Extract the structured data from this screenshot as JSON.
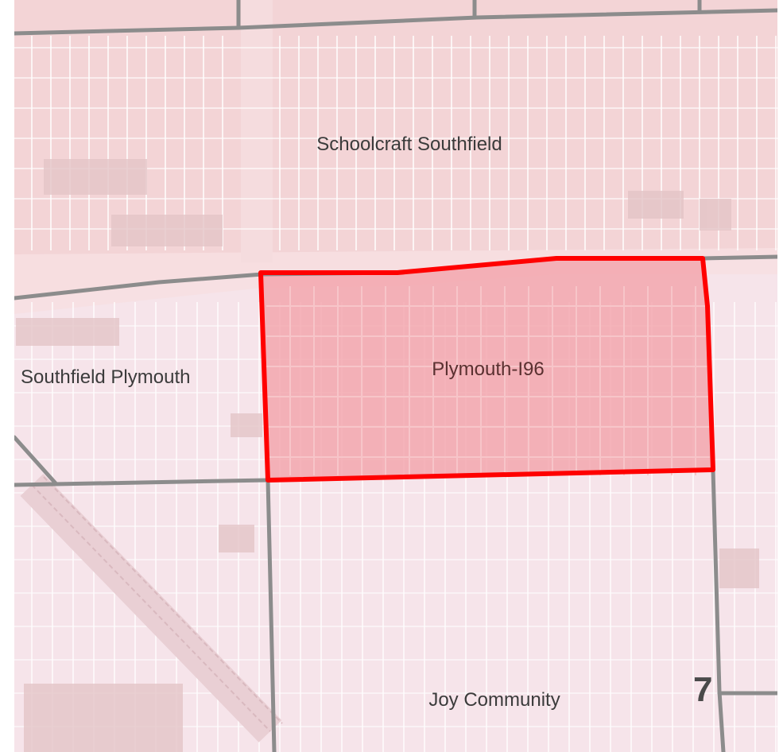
{
  "map": {
    "neighborhoods": {
      "north": "Schoolcraft Southfield",
      "west": "Southfield Plymouth",
      "selected": "Plymouth-I96",
      "south": "Joy Community"
    },
    "district_number": "7",
    "colors": {
      "north_fill": "#f3d4d6",
      "south_fill": "#f6e4ea",
      "selected_fill": "#f2a3aa",
      "selected_outline": "#ff0000",
      "boundary_road": "#8c8c8c",
      "street": "#ffffff"
    }
  }
}
